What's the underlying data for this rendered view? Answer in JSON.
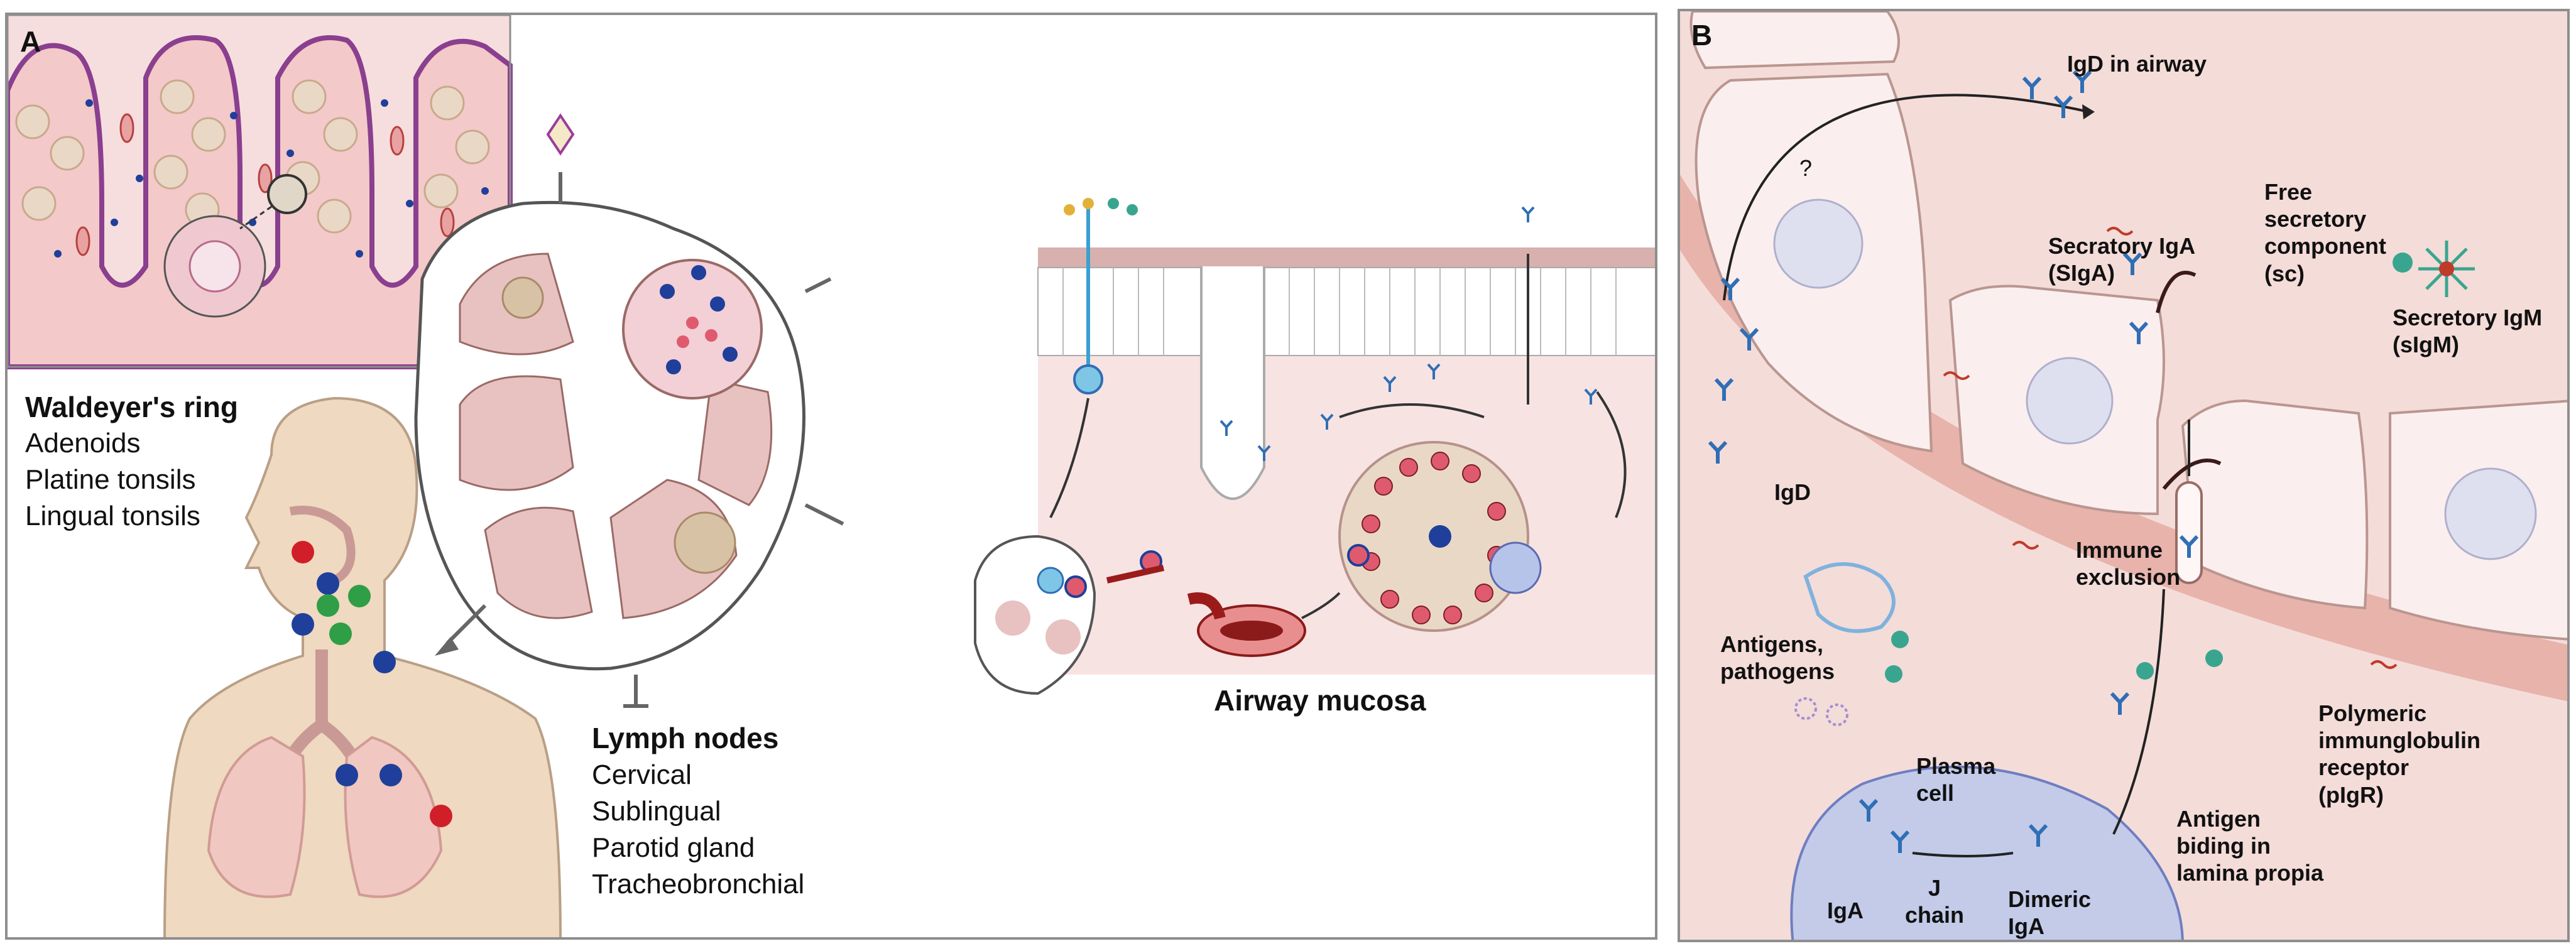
{
  "panel_a": {
    "letter": "A",
    "waldeyer": {
      "title": "Waldeyer's ring",
      "items": [
        "Adenoids",
        "Platine tonsils",
        "Lingual tonsils"
      ]
    },
    "lymph_nodes": {
      "title": "Lymph nodes",
      "items": [
        "Cervical",
        "Sublingual",
        "Parotid gland",
        "Tracheobronchial"
      ]
    },
    "airway_mucosa": "Airway mucosa"
  },
  "panel_b": {
    "letter": "B",
    "labels": {
      "igd_airway": "IgD in airway",
      "question": "?",
      "secretory_iga": [
        "Secratory IgA",
        "(SIgA)"
      ],
      "free_sc": [
        "Free",
        "secretory",
        "component",
        "(sc)"
      ],
      "secretory_igm": [
        "Secretory IgM",
        "(sIgM)"
      ],
      "igd": "IgD",
      "immune_exclusion": [
        "Immune",
        "exclusion"
      ],
      "antigens": [
        "Antigens,",
        "pathogens"
      ],
      "pigr": [
        "Polymeric",
        "immunglobulin",
        "receptor",
        "(pIgR)"
      ],
      "plasma_cell": [
        "Plasma",
        "cell"
      ],
      "antigen_binding": [
        "Antigen",
        "biding in",
        "lamina propia"
      ],
      "iga": "IgA",
      "j_chain": [
        "J",
        "chain"
      ],
      "dimeric_iga": [
        "Dimeric",
        "IgA"
      ]
    }
  },
  "colors": {
    "tissue_pink": "#f3d3d3",
    "stroma_pink": "#e9b4b4",
    "cell_beige": "#ead8c6",
    "antibody_blue": "#2f6fb5",
    "dot_red": "#d01f28",
    "dot_blue": "#1f3f9a",
    "dot_green": "#2f9e46",
    "skin": "#efd9c0",
    "teal": "#3aa58f"
  }
}
